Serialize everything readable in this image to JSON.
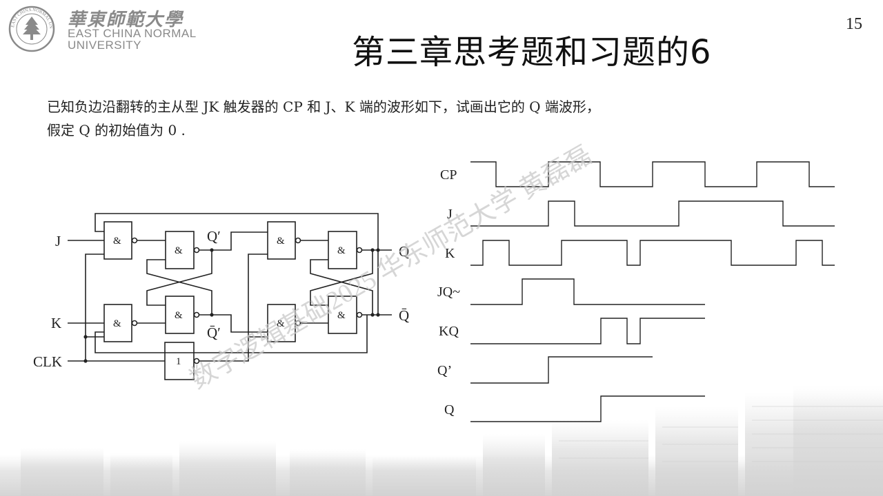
{
  "header": {
    "university_cn": "華東師範大學",
    "university_en_line1": "EAST CHINA NORMAL",
    "university_en_line2": "UNIVERSITY",
    "seal_text": "EAST CHINA NORMAL UNIVERSITY"
  },
  "page_number": "15",
  "title": "第三章思考题和习题的6",
  "problem": {
    "line1": "已知负边沿翻转的主从型 JK 触发器的 CP 和 J、K 端的波形如下，试画出它的 Q 端波形，",
    "line2": "假定 Q 的初始值为 0 ."
  },
  "circuit": {
    "inputs": [
      "J",
      "K",
      "CLK"
    ],
    "outputs": [
      "Q",
      "Q̄"
    ],
    "internal_labels": {
      "q_prime": "Q′",
      "q_prime_bar": "Q̄′"
    },
    "and_gate_symbol": "&",
    "not_gate_symbol": "1"
  },
  "waveforms": {
    "labels": [
      "CP",
      "J",
      "K",
      "JQ~",
      "KQ",
      "Q’",
      "Q"
    ]
  },
  "watermark": "数字逻辑基础2025 华东师范大学 黄磊磊",
  "colors": {
    "text": "#222222",
    "watermark": "#c8c8c8",
    "logo_gray": "#8a8a8a"
  }
}
